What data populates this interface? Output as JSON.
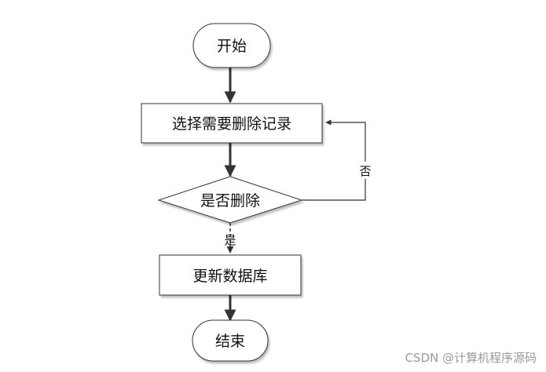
{
  "nodes": {
    "start": "开始",
    "select": "选择需要删除记录",
    "decision": "是否删除",
    "update": "更新数据库",
    "end": "结束"
  },
  "edges": {
    "no_label": "否",
    "yes_label": "是"
  },
  "watermark": "CSDN @计算机程序源码"
}
